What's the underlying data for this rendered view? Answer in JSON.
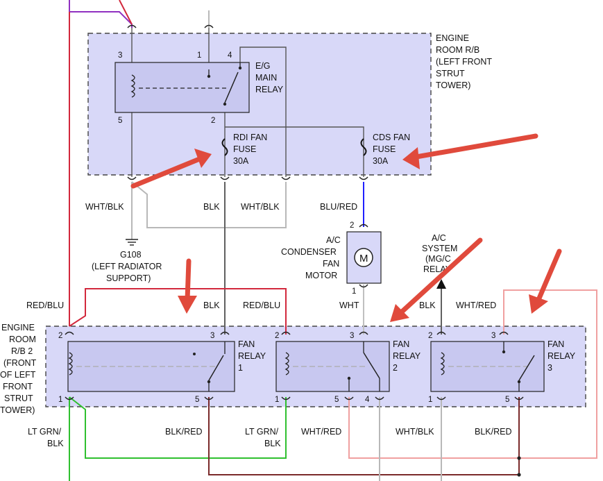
{
  "components": {
    "engine_room_rb": [
      "ENGINE",
      "ROOM R/B",
      "(LEFT FRONT",
      "STRUT",
      "TOWER)"
    ],
    "engine_room_rb2": [
      "ENGINE",
      "ROOM",
      "R/B 2",
      "(FRONT",
      "OF LEFT",
      "FRONT",
      "STRUT",
      "TOWER)"
    ],
    "eg_main_relay": [
      "E/G",
      "MAIN",
      "RELAY"
    ],
    "rdi_fan_fuse": [
      "RDI FAN",
      "FUSE",
      "30A"
    ],
    "cds_fan_fuse": [
      "CDS FAN",
      "FUSE",
      "30A"
    ],
    "ground": [
      "G108",
      "(LEFT RADIATOR",
      "SUPPORT)"
    ],
    "condenser_fan_motor": [
      "A/C",
      "CONDENSER",
      "FAN",
      "MOTOR"
    ],
    "motor_symbol": "M",
    "ac_system_relay": [
      "A/C",
      "SYSTEM",
      "(MG/C",
      "RELAY"
    ],
    "fan_relay_1": [
      "FAN",
      "RELAY",
      "1"
    ],
    "fan_relay_2": [
      "FAN",
      "RELAY",
      "2"
    ],
    "fan_relay_3": [
      "FAN",
      "RELAY",
      "3"
    ]
  },
  "wire_labels": {
    "wht_blk_1": "WHT/BLK",
    "blk_1": "BLK",
    "wht_blk_2": "WHT/BLK",
    "blu_red": "BLU/RED",
    "red_blu_1": "RED/BLU",
    "blk_2": "BLK",
    "red_blu_2": "RED/BLU",
    "wht": "WHT",
    "blk_3": "BLK",
    "wht_red_1": "WHT/RED",
    "lt_grn_blk_1": [
      "LT GRN/",
      "BLK"
    ],
    "blk_red_1": "BLK/RED",
    "lt_grn_blk_2": [
      "LT GRN/",
      "BLK"
    ],
    "wht_red_2": "WHT/RED",
    "wht_blk_3": "WHT/BLK",
    "blk_red_2": "BLK/RED"
  },
  "pins": {
    "main_3": "3",
    "main_1": "1",
    "main_4": "4",
    "main_5": "5",
    "main_2": "2",
    "motor_2": "2",
    "motor_1": "1",
    "r1_2": "2",
    "r1_3": "3",
    "r1_1": "1",
    "r1_5": "5",
    "r2_2": "2",
    "r2_3": "3",
    "r2_1": "1",
    "r2_5": "5",
    "r2_4": "4",
    "r3_2": "2",
    "r3_3": "3",
    "r3_1": "1",
    "r3_5": "5"
  },
  "colors": {
    "red": "#d2283c",
    "purple": "#9030c0",
    "green": "#2fc02f",
    "blue": "#2020ff",
    "maroon": "#7a2a2a",
    "gray": "#606060",
    "lightgray": "#b8b8b8",
    "pink": "#f0a0a0",
    "annotation_arrow": "#e04a3c"
  }
}
